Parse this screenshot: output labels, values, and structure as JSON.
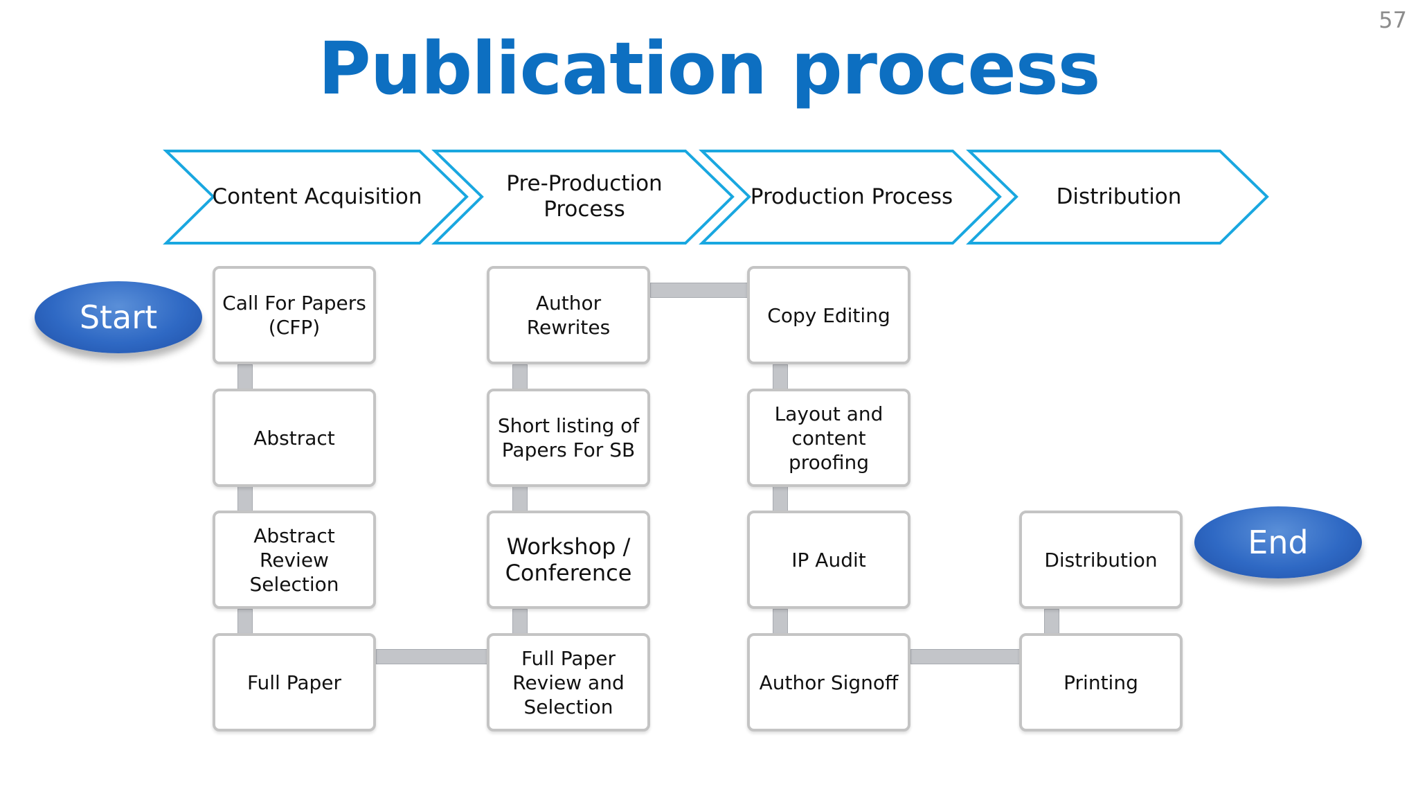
{
  "page_number": "57",
  "title": "Publication process",
  "phases": [
    {
      "label": "Content Acquisition"
    },
    {
      "label": "Pre-Production\nProcess"
    },
    {
      "label": "Production Process"
    },
    {
      "label": "Distribution"
    }
  ],
  "start_label": "Start",
  "end_label": "End",
  "columns": [
    {
      "steps": [
        {
          "label": "Call For Papers\n(CFP)"
        },
        {
          "label": "Abstract"
        },
        {
          "label": "Abstract Review\nSelection"
        },
        {
          "label": "Full Paper"
        }
      ]
    },
    {
      "steps": [
        {
          "label": "Author Rewrites"
        },
        {
          "label": "Short listing  of\nPapers For SB"
        },
        {
          "label": "Workshop /\nConference"
        },
        {
          "label": "Full Paper\nReview and\nSelection"
        }
      ]
    },
    {
      "steps": [
        {
          "label": "Copy Editing"
        },
        {
          "label": "Layout and\ncontent\nproofing"
        },
        {
          "label": "IP Audit"
        },
        {
          "label": "Author Signoff"
        }
      ]
    },
    {
      "steps": [
        {
          "label": "Distribution"
        },
        {
          "label": "Printing"
        }
      ]
    }
  ],
  "colors": {
    "title": "#0d6fc1",
    "chevron_stroke": "#19a7e0",
    "box_border": "#c4c4c4",
    "connector": "#c3c5c9",
    "terminal": "#2f69c4"
  }
}
